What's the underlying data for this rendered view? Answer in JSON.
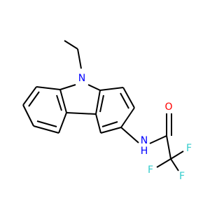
{
  "molecule": {
    "atoms": {
      "n_ring": {
        "label": "N",
        "color": "#0000FF"
      },
      "n_amide": {
        "label": "N",
        "color": "#0000FF"
      },
      "h_amide": {
        "label": "H",
        "color": "#0000FF"
      },
      "o_carbonyl": {
        "label": "O",
        "color": "#FF0000"
      },
      "f_top": {
        "label": "F",
        "color": "#33CCCC"
      },
      "f_bottom_left": {
        "label": "F",
        "color": "#33CCCC"
      },
      "f_bottom_right": {
        "label": "F",
        "color": "#33CCCC"
      }
    },
    "bond_color": "#000000"
  }
}
